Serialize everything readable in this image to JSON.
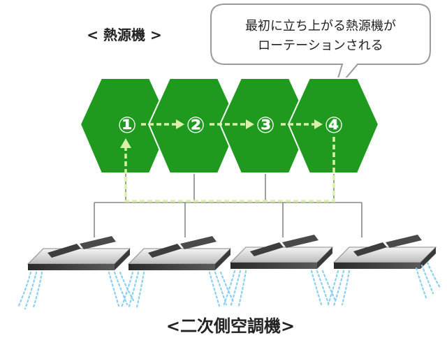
{
  "heat_source_label": "< 熱源機 >",
  "callout": {
    "line1": "最初に立ち上がる熱源機が",
    "line2": "ローテーションされる"
  },
  "units": [
    {
      "number": "①"
    },
    {
      "number": "②"
    },
    {
      "number": "③"
    },
    {
      "number": "④"
    }
  ],
  "indoor_label": "<二次側空調機>",
  "colors": {
    "heat_source_fill": "#1f9a1f",
    "rotation_arrow": "#d8f0a8",
    "pipe": "#888888",
    "airflow": "#8ccff0",
    "callout_border": "#9a9a9a"
  }
}
